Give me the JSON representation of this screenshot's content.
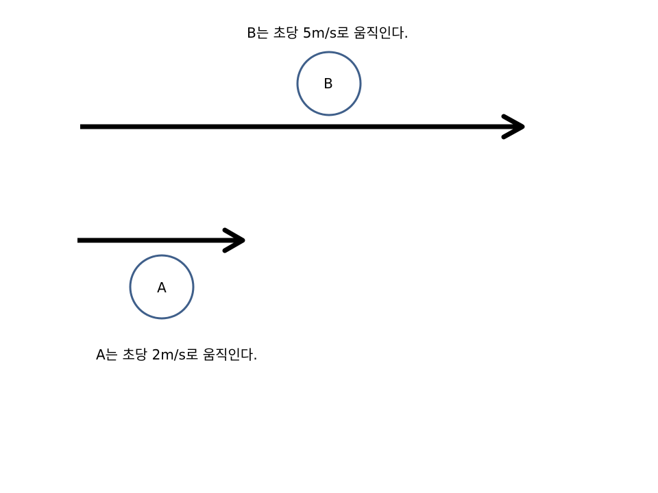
{
  "objects": {
    "b": {
      "label": "B",
      "caption": "B는 초당 5m/s로 움직인다.",
      "speed": 5
    },
    "a": {
      "label": "A",
      "caption": "A는 초당 2m/s로 움직인다.",
      "speed": 2
    }
  },
  "colors": {
    "circle_stroke": "#3f5f8a",
    "arrow": "#000000",
    "text": "#000000",
    "background": "#ffffff"
  }
}
